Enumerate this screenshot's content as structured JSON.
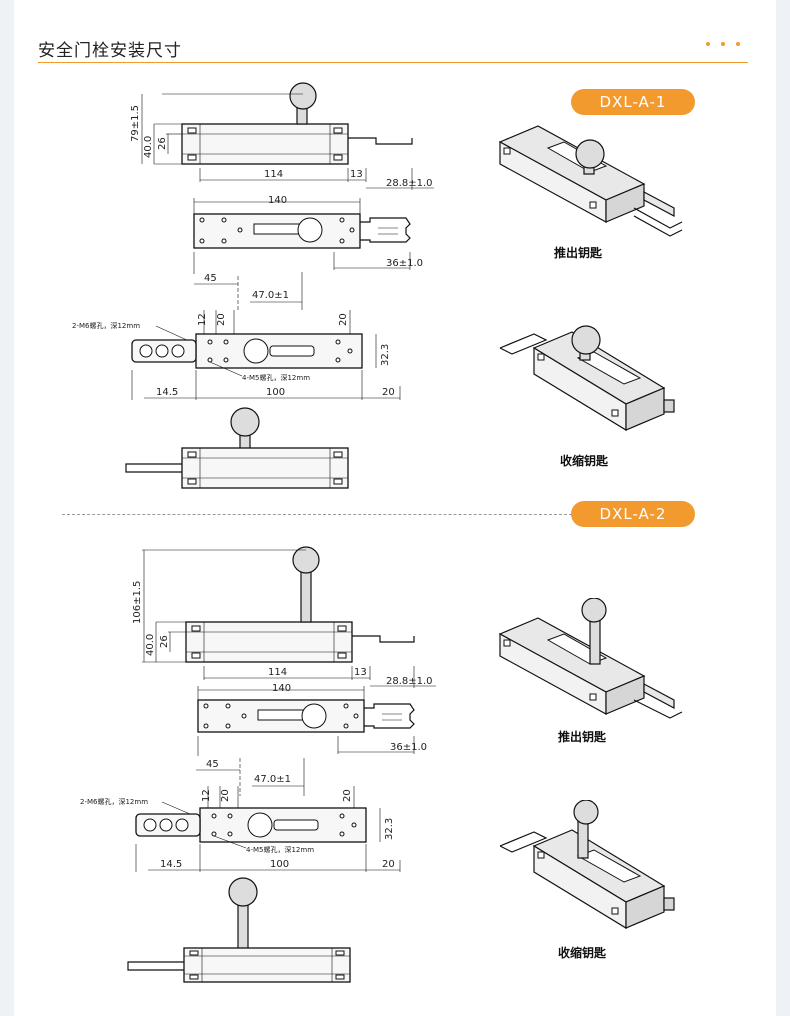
{
  "header": {
    "title": "安全门栓安装尺寸"
  },
  "colors": {
    "accent": "#f39a2e",
    "dots": "#f39a2e"
  },
  "models": [
    {
      "badge": "DXL-A-1",
      "dims": {
        "total_height": "79±1.5",
        "body_height": "40.0",
        "inner_height": "26",
        "body_length": "114",
        "end_length": "13",
        "tongue_extend": "28.8±1.0",
        "top_length": "140",
        "tongue_retract": "36±1.0",
        "offset_45": "45",
        "offset_47": "47.0±1",
        "hole_12": "12",
        "hole_20a": "20",
        "hole_20b": "20",
        "side_32": "32.3",
        "left_145": "14.5",
        "mid_100": "100",
        "right_20": "20",
        "note_m6": "2-M6螺孔，深12mm",
        "note_m5": "4-M5螺孔，深12mm"
      },
      "captions": {
        "push": "推出钥匙",
        "retract": "收缩钥匙"
      }
    },
    {
      "badge": "DXL-A-2",
      "dims": {
        "total_height": "106±1.5",
        "body_height": "40.0",
        "inner_height": "26",
        "body_length": "114",
        "end_length": "13",
        "tongue_extend": "28.8±1.0",
        "top_length": "140",
        "tongue_retract": "36±1.0",
        "offset_45": "45",
        "offset_47": "47.0±1",
        "hole_12": "12",
        "hole_20a": "20",
        "hole_20b": "20",
        "side_32": "32.3",
        "left_145": "14.5",
        "mid_100": "100",
        "right_20": "20",
        "note_m6": "2-M6螺孔，深12mm",
        "note_m5": "4-M5螺孔，深12mm"
      },
      "captions": {
        "push": "推出钥匙",
        "retract": "收缩钥匙"
      }
    }
  ]
}
